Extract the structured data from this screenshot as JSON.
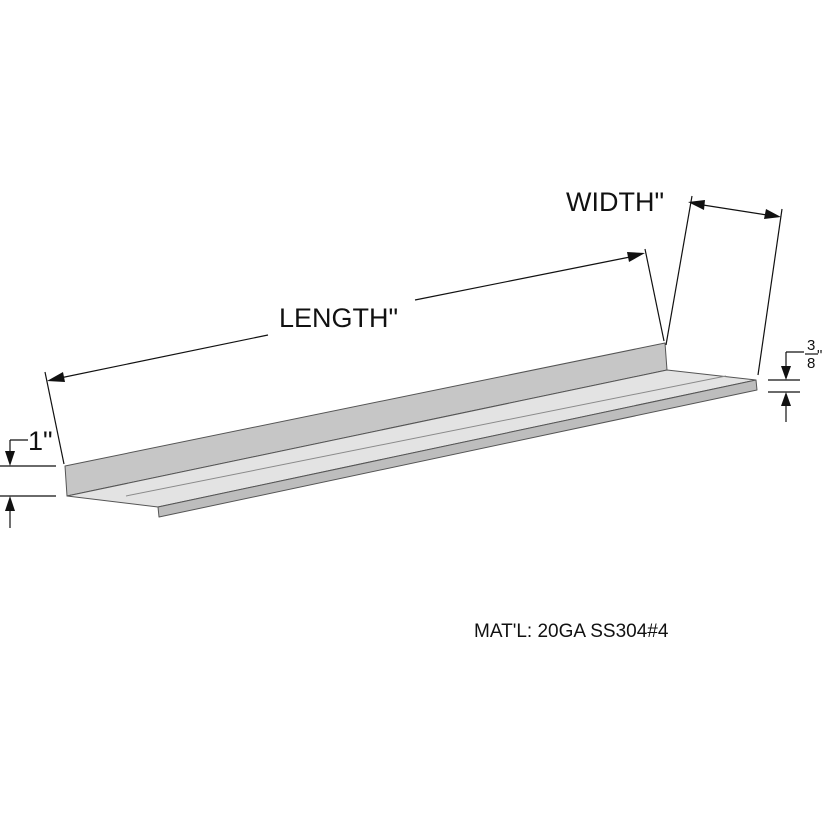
{
  "drawing": {
    "length_label": "LENGTH\"",
    "width_label": "WIDTH\"",
    "height_label": "1\"",
    "lip_numerator": "3",
    "lip_denominator": "8",
    "lip_inch_mark": "\"",
    "material_note": "MAT'L: 20GA SS304#4"
  }
}
